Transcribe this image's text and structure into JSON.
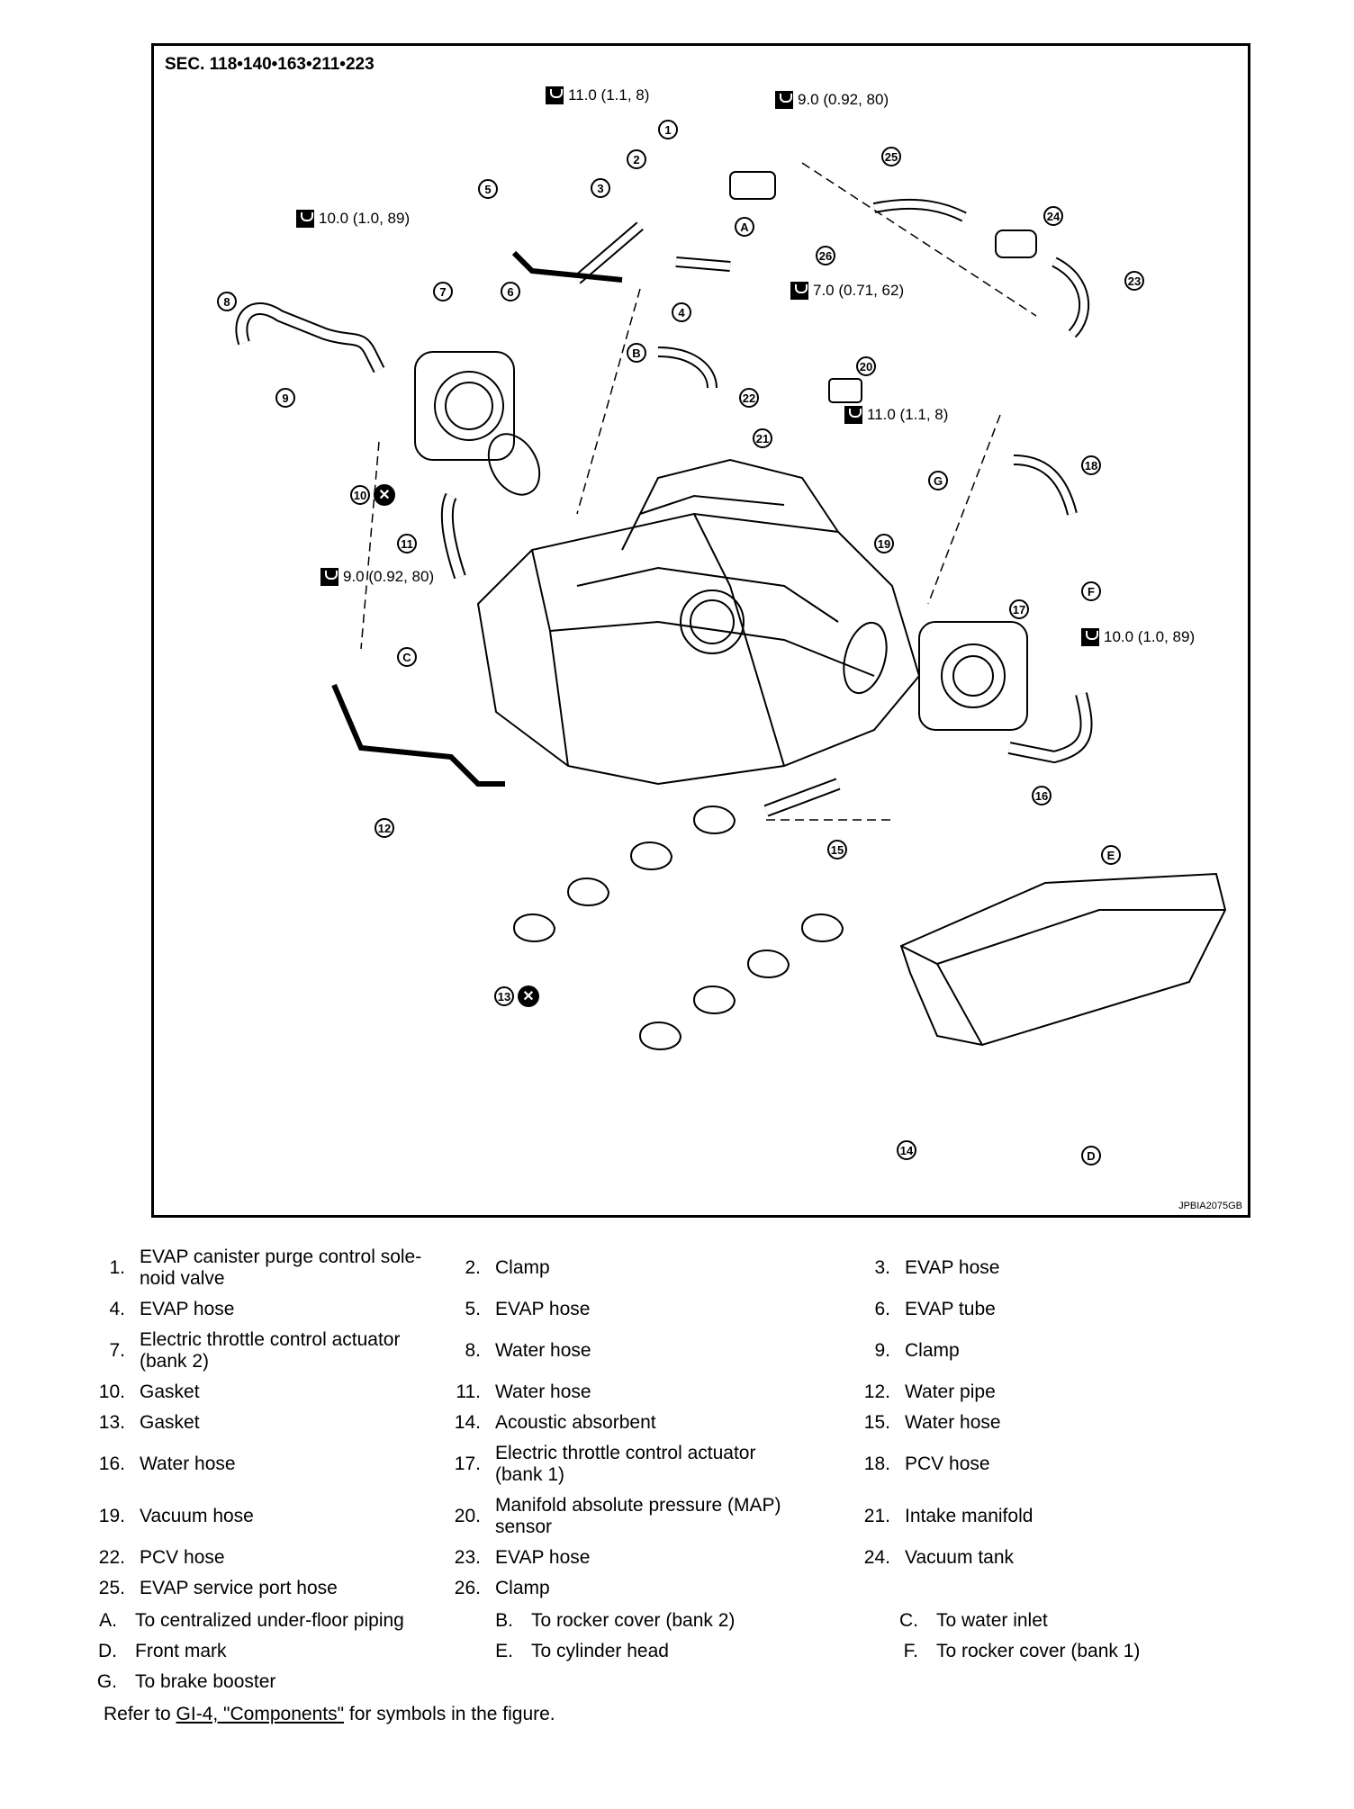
{
  "figure": {
    "section": "SEC. 118•140•163•211•223",
    "figure_id": "JPBIA2075GB",
    "torques": [
      {
        "id": "t1",
        "text": "11.0 (1.1, 8)"
      },
      {
        "id": "t2",
        "text": "9.0 (0.92, 80)"
      },
      {
        "id": "t3",
        "text": "10.0 (1.0, 89)"
      },
      {
        "id": "t4",
        "text": "7.0 (0.71, 62)"
      },
      {
        "id": "t5",
        "text": "11.0 (1.1, 8)"
      },
      {
        "id": "t6",
        "text": "9.0 (0.92, 80)"
      },
      {
        "id": "t7",
        "text": "10.0 (1.0, 89)"
      }
    ],
    "callouts": [
      "1",
      "2",
      "3",
      "4",
      "5",
      "6",
      "7",
      "8",
      "9",
      "10",
      "11",
      "12",
      "13",
      "14",
      "15",
      "16",
      "17",
      "18",
      "19",
      "20",
      "21",
      "22",
      "23",
      "24",
      "25",
      "26",
      "A",
      "B",
      "C",
      "D",
      "E",
      "F",
      "G"
    ],
    "icons": {
      "torque": "torque-wrench-icon",
      "replace": "do-not-reuse-icon"
    }
  },
  "legend": {
    "parts": [
      {
        "num": "1.",
        "label": "EVAP canister purge control sole-\nnoid valve"
      },
      {
        "num": "2.",
        "label": "Clamp"
      },
      {
        "num": "3.",
        "label": "EVAP hose"
      },
      {
        "num": "4.",
        "label": "EVAP hose"
      },
      {
        "num": "5.",
        "label": "EVAP hose"
      },
      {
        "num": "6.",
        "label": "EVAP tube"
      },
      {
        "num": "7.",
        "label": "Electric throttle control actuator\n(bank 2)"
      },
      {
        "num": "8.",
        "label": "Water hose"
      },
      {
        "num": "9.",
        "label": "Clamp"
      },
      {
        "num": "10.",
        "label": "Gasket"
      },
      {
        "num": "11.",
        "label": "Water hose"
      },
      {
        "num": "12.",
        "label": "Water pipe"
      },
      {
        "num": "13.",
        "label": "Gasket"
      },
      {
        "num": "14.",
        "label": "Acoustic absorbent"
      },
      {
        "num": "15.",
        "label": "Water hose"
      },
      {
        "num": "16.",
        "label": "Water hose"
      },
      {
        "num": "17.",
        "label": "Electric throttle control actuator\n(bank 1)"
      },
      {
        "num": "18.",
        "label": "PCV hose"
      },
      {
        "num": "19.",
        "label": "Vacuum hose"
      },
      {
        "num": "20.",
        "label": "Manifold absolute pressure (MAP)\nsensor"
      },
      {
        "num": "21.",
        "label": "Intake manifold"
      },
      {
        "num": "22.",
        "label": "PCV hose"
      },
      {
        "num": "23.",
        "label": "EVAP hose"
      },
      {
        "num": "24.",
        "label": "Vacuum tank"
      },
      {
        "num": "25.",
        "label": "EVAP service port hose"
      },
      {
        "num": "26.",
        "label": "Clamp"
      },
      {
        "num": "",
        "label": ""
      }
    ],
    "letters": [
      {
        "num": "A.",
        "label": "To centralized under-floor piping"
      },
      {
        "num": "B.",
        "label": "To rocker cover (bank 2)"
      },
      {
        "num": "C.",
        "label": "To water inlet"
      },
      {
        "num": "D.",
        "label": "Front mark"
      },
      {
        "num": "E.",
        "label": "To cylinder head"
      },
      {
        "num": "F.",
        "label": "To rocker cover (bank 1)"
      },
      {
        "num": "G.",
        "label": "To brake booster"
      }
    ],
    "refer": {
      "prefix": "Refer to ",
      "link": "GI-4, \"Components\"",
      "suffix": " for symbols in the figure."
    }
  }
}
